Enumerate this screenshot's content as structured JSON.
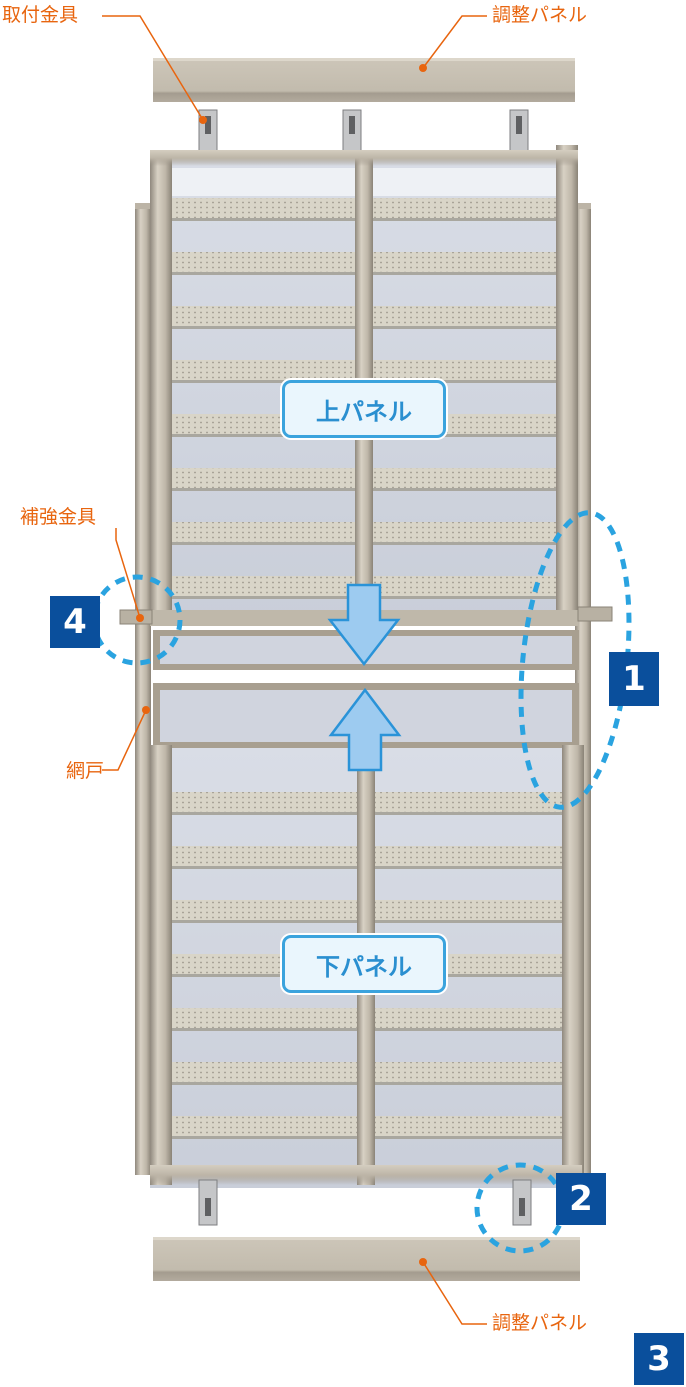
{
  "callouts": {
    "mount_bracket": "取付金具",
    "adjust_panel_top": "調整パネル",
    "adjust_panel_bottom": "調整パネル",
    "reinforce_bracket": "補強金具",
    "screen_door": "網戸"
  },
  "panel_labels": {
    "upper": "上パネル",
    "lower": "下パネル"
  },
  "badges": {
    "b1": "1",
    "b2": "2",
    "b3": "3",
    "b4": "4"
  },
  "colors": {
    "callout_text": "#e8650f",
    "badge_bg": "#0a4f9c",
    "label_border": "#3ba3dd",
    "dashed_circle": "#2aa3e0",
    "arrow_fill": "#9dcbf0",
    "frame": "#c8c0b2"
  }
}
